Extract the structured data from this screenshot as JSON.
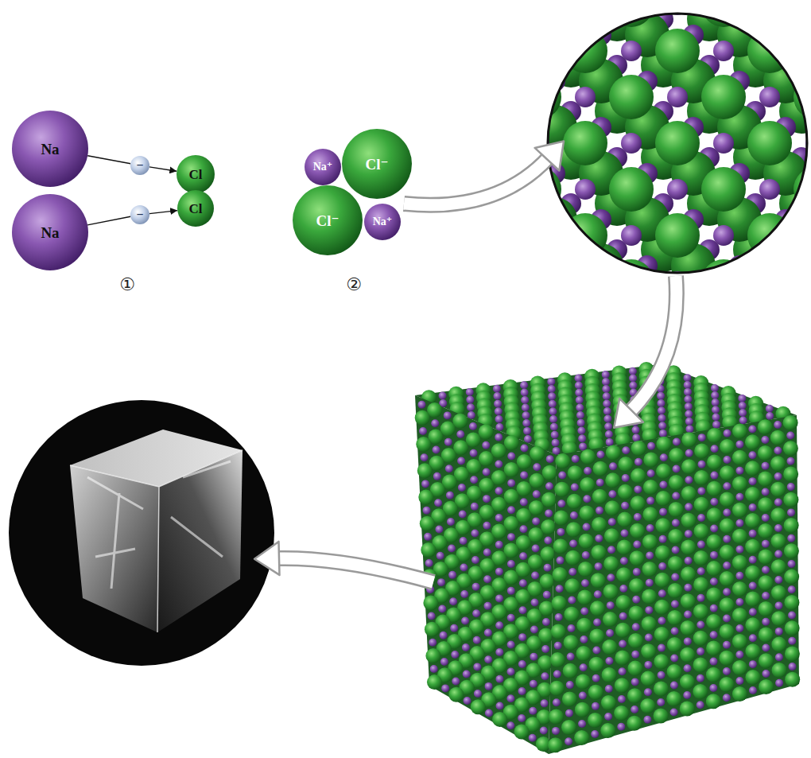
{
  "diagram": {
    "nodes": [
      {
        "text": [
          "Na"
        ]
      },
      {
        "text": [
          "−"
        ]
      },
      {
        "text": [
          "Cl"
        ]
      },
      {
        "text": [
          "Na"
        ]
      },
      {
        "text": [
          "−"
        ]
      },
      {
        "text": [
          "Cl"
        ]
      },
      {
        "text": [
          "Na⁺"
        ]
      },
      {
        "text": [
          "Cl⁻"
        ]
      },
      {
        "text": [
          "Cl⁻"
        ]
      },
      {
        "text": [
          "Na⁺"
        ]
      }
    ],
    "edges": [
      {
        "from": 0,
        "to": 1,
        "arrow": "none"
      },
      {
        "from": 1,
        "to": 2,
        "arrow": "to"
      },
      {
        "from": 3,
        "to": 4,
        "arrow": "none"
      },
      {
        "from": 4,
        "to": 5,
        "arrow": "to"
      }
    ],
    "labels": [
      "①",
      "②"
    ]
  }
}
